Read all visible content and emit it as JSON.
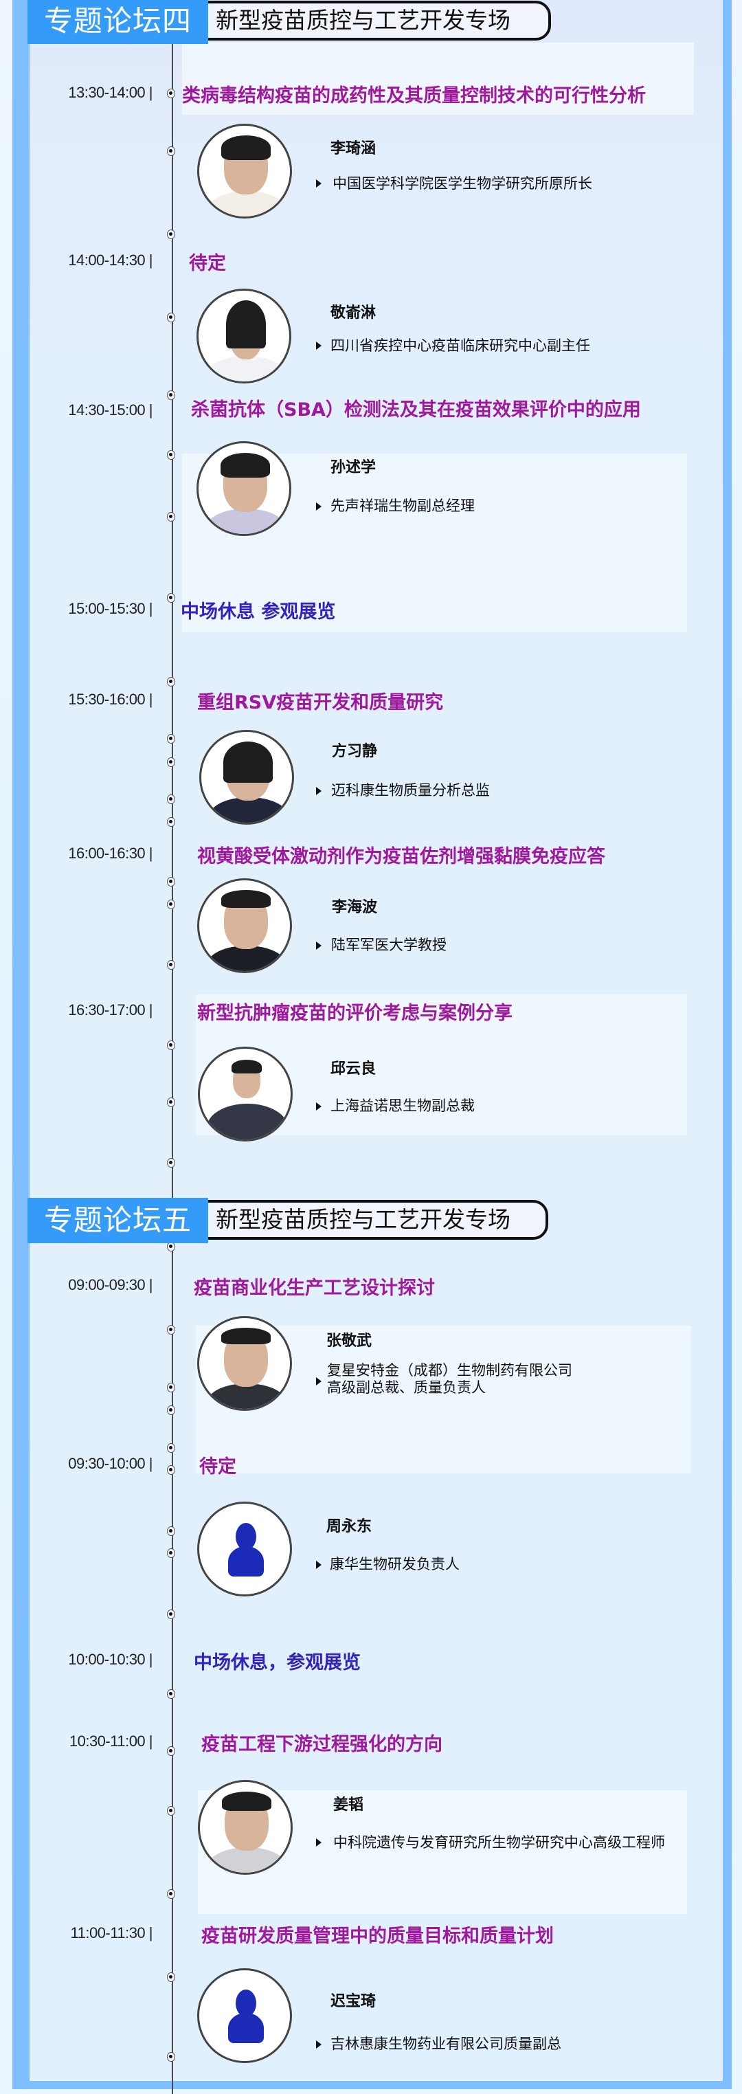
{
  "colors": {
    "frame": "#7fbfff",
    "forum_tag_bg": "#349cf8",
    "talk_title": "#a0189c",
    "break_title": "#3322bb"
  },
  "forums": [
    {
      "tag": "专题论坛四",
      "name": "新型疫苗质控与工艺开发专场",
      "sessions": [
        {
          "time": "13:30-14:00 |",
          "title": "类病毒结构疫苗的成药性及其质量控制技术的可行性分析",
          "type": "talk",
          "speaker": {
            "name": "李琦涵",
            "role": "中国医学科学院医学生物学研究所原所长",
            "avatar": "photo"
          }
        },
        {
          "time": "14:00-14:30 |",
          "title": "待定",
          "type": "talk",
          "speaker": {
            "name": "敬嵛淋",
            "role": "四川省疾控中心疫苗临床研究中心副主任",
            "avatar": "photo"
          }
        },
        {
          "time": "14:30-15:00 |",
          "title": "杀菌抗体（SBA）检测法及其在疫苗效果评价中的应用",
          "type": "talk",
          "speaker": {
            "name": "孙述学",
            "role": "先声祥瑞生物副总经理",
            "avatar": "photo"
          }
        },
        {
          "time": "15:00-15:30 |",
          "title": "中场休息  参观展览",
          "type": "break"
        },
        {
          "time": "15:30-16:00 |",
          "title": "重组RSV疫苗开发和质量研究",
          "type": "talk",
          "speaker": {
            "name": "方习静",
            "role": "迈科康生物质量分析总监",
            "avatar": "photo"
          }
        },
        {
          "time": "16:00-16:30 |",
          "title": "视黄酸受体激动剂作为疫苗佐剂增强黏膜免疫应答",
          "type": "talk",
          "speaker": {
            "name": "李海波",
            "role": "陆军军医大学教授",
            "avatar": "photo"
          }
        },
        {
          "time": "16:30-17:00 |",
          "title": "新型抗肿瘤疫苗的评价考虑与案例分享",
          "type": "talk",
          "speaker": {
            "name": "邱云良",
            "role": "上海益诺思生物副总裁",
            "avatar": "photo"
          }
        }
      ]
    },
    {
      "tag": "专题论坛五",
      "name": "新型疫苗质控与工艺开发专场",
      "sessions": [
        {
          "time": "09:00-09:30 |",
          "title": "疫苗商业化生产工艺设计探讨",
          "type": "talk",
          "speaker": {
            "name": "张敬武",
            "role_lines": [
              "复星安特金（成都）生物制药有限公司",
              "高级副总裁、质量负责人"
            ],
            "avatar": "photo"
          }
        },
        {
          "time": "09:30-10:00 |",
          "title": "待定",
          "type": "talk",
          "speaker": {
            "name": "周永东",
            "role": "康华生物研发负责人",
            "avatar": "generic-user-icon"
          }
        },
        {
          "time": "10:00-10:30 |",
          "title": "中场休息，参观展览",
          "type": "break"
        },
        {
          "time": "10:30-11:00 |",
          "title": "疫苗工程下游过程强化的方向",
          "type": "talk",
          "speaker": {
            "name": "姜韬",
            "role": "中科院遗传与发育研究所生物学研究中心高级工程师",
            "avatar": "photo"
          }
        },
        {
          "time": "11:00-11:30 |",
          "title": "疫苗研发质量管理中的质量目标和质量计划",
          "type": "talk",
          "speaker": {
            "name": "迟宝琦",
            "role": "吉林惠康生物药业有限公司质量副总",
            "avatar": "generic-user-icon"
          }
        }
      ]
    }
  ]
}
